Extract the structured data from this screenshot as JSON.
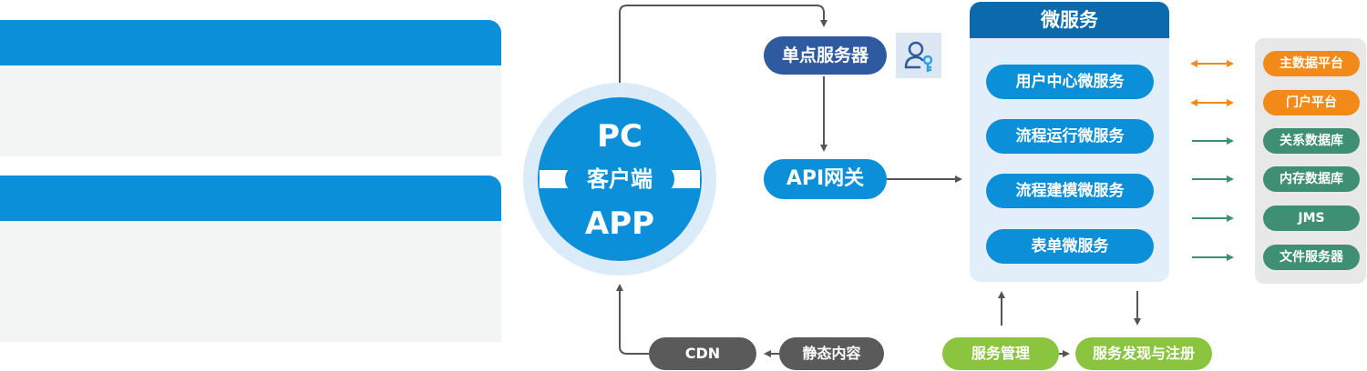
{
  "client": {
    "top": "PC",
    "middle": "客户端",
    "bottom": "APP"
  },
  "sso": {
    "label": "单点服务器",
    "icon": "user-key-icon"
  },
  "gateway": {
    "label": "API网关"
  },
  "cdn": {
    "label": "CDN"
  },
  "static_content": {
    "label": "静态内容"
  },
  "microservices": {
    "title": "微服务",
    "items": [
      "用户中心微服务",
      "流程运行微服务",
      "流程建模微服务",
      "表单微服务"
    ]
  },
  "stores": [
    "主数据平台",
    "门户平台",
    "关系数据库",
    "内存数据库",
    "JMS",
    "文件服务器"
  ],
  "management": {
    "service_mgmt": "服务管理",
    "service_discovery": "服务发现与注册"
  },
  "colors": {
    "blue": "#0b8fd9",
    "dark_blue": "#0a6aab",
    "sso_blue": "#2f5aa0",
    "orange": "#f28a1a",
    "teal": "#3f8f75",
    "green": "#8bc43e",
    "gray": "#5a5a5a"
  }
}
